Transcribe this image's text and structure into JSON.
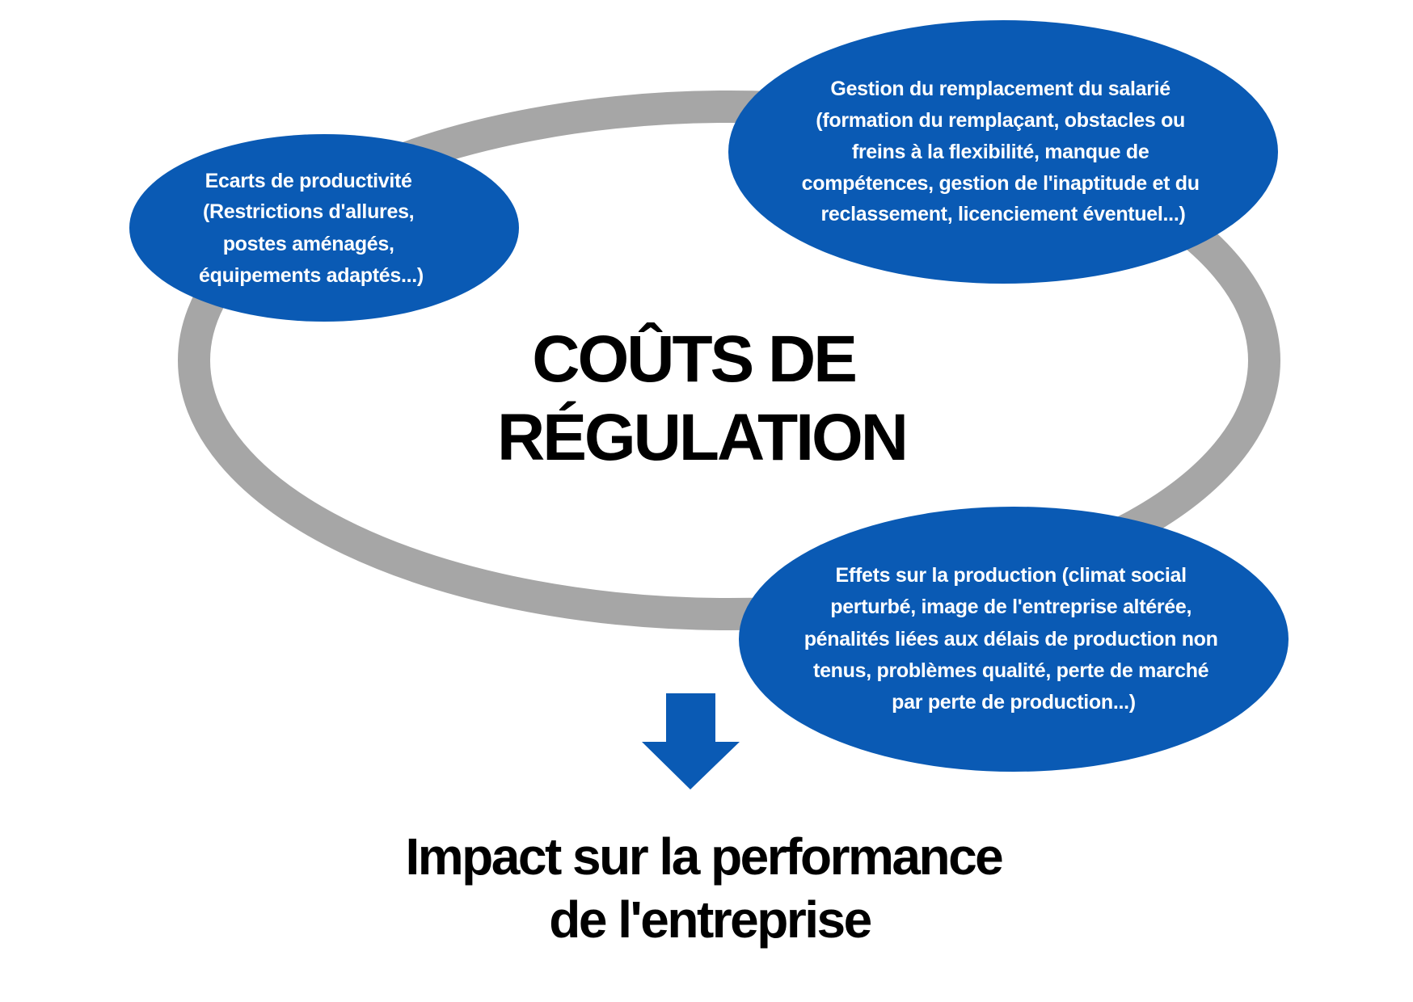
{
  "colors": {
    "bubble": "#0a5ab4",
    "ring": "#a6a6a6",
    "arrow": "#0a5ab4",
    "text": "#000000"
  },
  "center_title": [
    "COÛTS DE",
    "RÉGULATION"
  ],
  "bubbles": {
    "productivity": [
      "Ecarts de productivité",
      "(Restrictions d'allures,",
      "postes aménagés,",
      "équipements adaptés...)"
    ],
    "replacement": [
      "Gestion du remplacement du salarié",
      "(formation du remplaçant, obstacles ou",
      "freins à la flexibilité, manque de",
      "compétences, gestion de l'inaptitude et du",
      "reclassement, licenciement éventuel...)"
    ],
    "production": [
      "Effets sur la production (climat social",
      "perturbé, image de l'entreprise altérée,",
      "pénalités liées aux délais de production non",
      "tenus, problèmes qualité, perte de marché",
      "par perte de production...)"
    ]
  },
  "impact": [
    "Impact sur la performance",
    "de l'entreprise"
  ]
}
